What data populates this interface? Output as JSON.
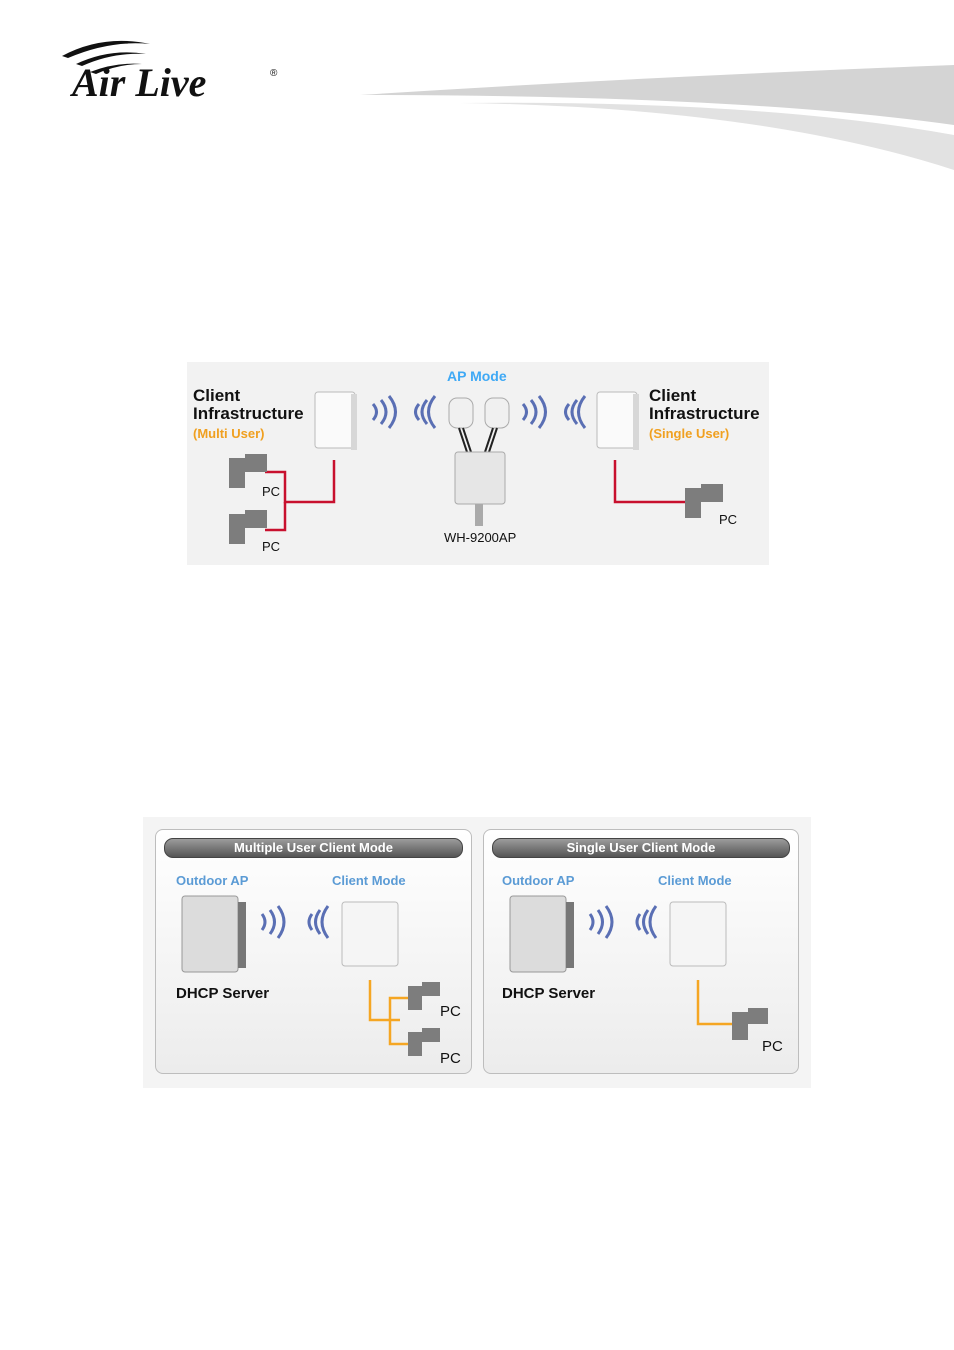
{
  "brand": {
    "logo_text": "Air Live"
  },
  "diagram1": {
    "center_title": "AP Mode",
    "center_device": "WH-9200AP",
    "left": {
      "title_line1": "Client",
      "title_line2": "Infrastructure",
      "subtitle": "(Multi User)",
      "pc_labels": [
        "PC",
        "PC"
      ]
    },
    "right": {
      "title_line1": "Client",
      "title_line2": "Infrastructure",
      "subtitle": "(Single User)",
      "pc_labels": [
        "PC"
      ]
    }
  },
  "diagram2": {
    "panels": [
      {
        "title": "Multiple User Client Mode",
        "ap_label": "Outdoor AP",
        "client_label": "Client Mode",
        "server_label": "DHCP Server",
        "pc_labels": [
          "PC",
          "PC"
        ]
      },
      {
        "title": "Single User Client Mode",
        "ap_label": "Outdoor AP",
        "client_label": "Client Mode",
        "server_label": "DHCP Server",
        "pc_labels": [
          "PC"
        ]
      }
    ]
  },
  "colors": {
    "link_red": "#c8102e",
    "link_orange": "#f5a623",
    "accent_blue": "#3fa9f5",
    "label_blue": "#5b9bd5",
    "label_orange": "#f0a020"
  }
}
